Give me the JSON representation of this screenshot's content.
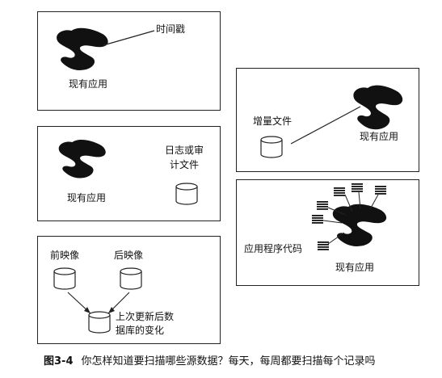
{
  "panels": [
    {
      "labels": [
        "时间戳",
        "现有应用"
      ]
    },
    {
      "labels": [
        "日志或审计文件",
        "现有应用"
      ]
    },
    {
      "labels": [
        "前映像",
        "后映像",
        "上次更新后数据库的变化"
      ]
    },
    {
      "labels": [
        "增量文件",
        "现有应用"
      ]
    },
    {
      "labels": [
        "应用程序代码",
        "现有应用"
      ]
    }
  ],
  "caption": {
    "number": "图3-4",
    "text": "你怎样知道要扫描哪些源数据？每天，每周都要扫描每个记录吗"
  },
  "colors": {
    "ink": "#111111",
    "border": "#222222",
    "background": "#ffffff"
  },
  "icons": [
    "application-blob-icon",
    "database-cylinder-icon",
    "code-listing-icon"
  ]
}
